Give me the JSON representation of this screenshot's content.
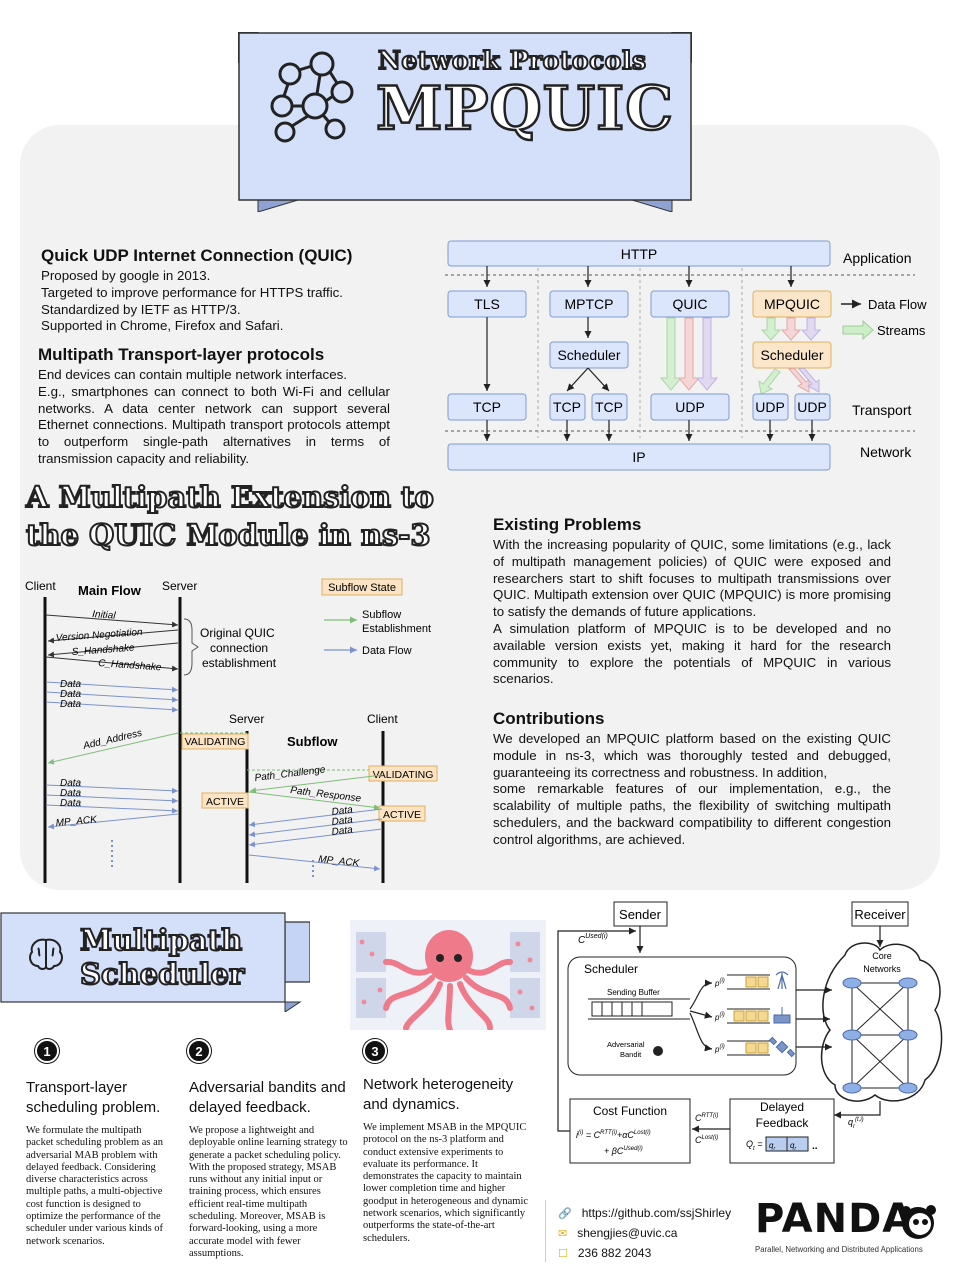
{
  "header": {
    "subtitle": "Network Protocols",
    "title": "MPQUIC"
  },
  "quic": {
    "heading": "Quick UDP Internet Connection (QUIC)",
    "lines": [
      "Proposed by google in 2013.",
      "Targeted to improve performance for HTTPS traffic.",
      "Standardized by IETF as HTTP/3.",
      "Supported in Chrome, Firefox and Safari."
    ]
  },
  "multipath": {
    "heading": "Multipath Transport-layer protocols",
    "lines": [
      "End devices can contain multiple network interfaces.",
      "E.g., smartphones can connect to both Wi-Fi and cellular networks. A data center network can support several Ethernet connections. Multipath transport protocols attempt to outperform single-path alternatives in terms of transmission capacity and reliability."
    ]
  },
  "stack": {
    "http": "HTTP",
    "tls": "TLS",
    "mptcp": "MPTCP",
    "quic": "QUIC",
    "mpquic": "MPQUIC",
    "scheduler": "Scheduler",
    "tcp": "TCP",
    "udp": "UDP",
    "ip": "IP",
    "application": "Application",
    "transport": "Transport",
    "network": "Network",
    "legend_dataflow": "Data Flow",
    "legend_streams": "Streams"
  },
  "ext_title": {
    "line1": "A Multipath Extension to",
    "line2": "the QUIC Module in ns-3"
  },
  "problems": {
    "heading": "Existing Problems",
    "p1": "With the increasing popularity of QUIC, some limitations (e.g., lack of multipath management policies) of QUIC were exposed and researchers start to shift focuses to multipath transmissions over QUIC. Multipath extension over QUIC (MPQUIC) is more promising to satisfy the demands of future applications.",
    "p2": "A simulation platform of MPQUIC is to be developed and no available version exists yet, making it hard for the research community to explore the potentials of MPQUIC in various scenarios."
  },
  "contributions": {
    "heading": "Contributions",
    "p1": "We developed an MPQUIC platform based on the existing QUIC module in ns-3, which was thoroughly tested and debugged, guaranteeing its correctness and robustness. In addition,",
    "p2": "some remarkable features of our implementation, e.g., the scalability of multiple paths, the flexibility of switching multipath schedulers, and the backward compatibility to different congestion control algorithms, are achieved."
  },
  "flow": {
    "client": "Client",
    "server": "Server",
    "main_flow": "Main Flow",
    "subflow": "Subflow",
    "subflow_state": "Subflow State",
    "legend_subflow": "Subflow",
    "legend_establishment": "Establishment",
    "legend_dataflow": "Data Flow",
    "brace_l1": "Original QUIC",
    "brace_l2": "connection",
    "brace_l3": "establishment",
    "initial": "Initial",
    "version": "Version Negotiation",
    "s_handshake": "S_Handshake",
    "c_handshake": "C_Handshake",
    "data": "Data",
    "add_address": "Add_Address",
    "validating": "VALIDATING",
    "active": "ACTIVE",
    "path_challenge": "Path_Challenge",
    "path_response": "Path_Response",
    "mp_ack": "MP_ACK"
  },
  "scheduler_title": {
    "line1": "Multipath",
    "line2": "Scheduler"
  },
  "items": [
    {
      "num": "1",
      "title": "Transport-layer scheduling problem.",
      "text": "We formulate the multipath packet scheduling problem as an adversarial MAB problem with delayed feedback. Considering diverse characteristics across multiple paths, a multi-objective cost function is designed to optimize the performance of the scheduler under various kinds of network scenarios."
    },
    {
      "num": "2",
      "title": "Adversarial bandits and delayed feedback.",
      "text": "We propose a lightweight and deployable online learning strategy to generate a packet scheduling policy. With the proposed strategy, MSAB runs without any initial input or training process, which ensures efficient real-time multipath scheduling. Moreover, MSAB is forward-looking, using a more accurate model with fewer assumptions."
    },
    {
      "num": "3",
      "title": "Network heterogeneity and dynamics.",
      "text": "We implement MSAB in the MPQUIC protocol on the ns-3 platform and conduct extensive experiments to evaluate its performance. It demonstrates the capacity to maintain lower completion time and higher goodput in heterogeneous and dynamic network scenarios, which significantly outperforms the state-of-the-art schedulers."
    }
  ],
  "sched_diag": {
    "sender": "Sender",
    "receiver": "Receiver",
    "scheduler": "Scheduler",
    "sending_buffer": "Sending Buffer",
    "adversarial": "Adversarial",
    "bandit": "Bandit",
    "cost_function": "Cost Function",
    "delayed": "Delayed",
    "feedback": "Feedback",
    "core": "Core",
    "networks": "Networks"
  },
  "contact": {
    "github": "https://github.com/ssjShirley",
    "email": "shengjies@uvic.ca",
    "phone": "236 882 2043"
  },
  "logo": {
    "name": "PANDA",
    "tagline": "Parallel, Networking and Distributed Applications"
  }
}
